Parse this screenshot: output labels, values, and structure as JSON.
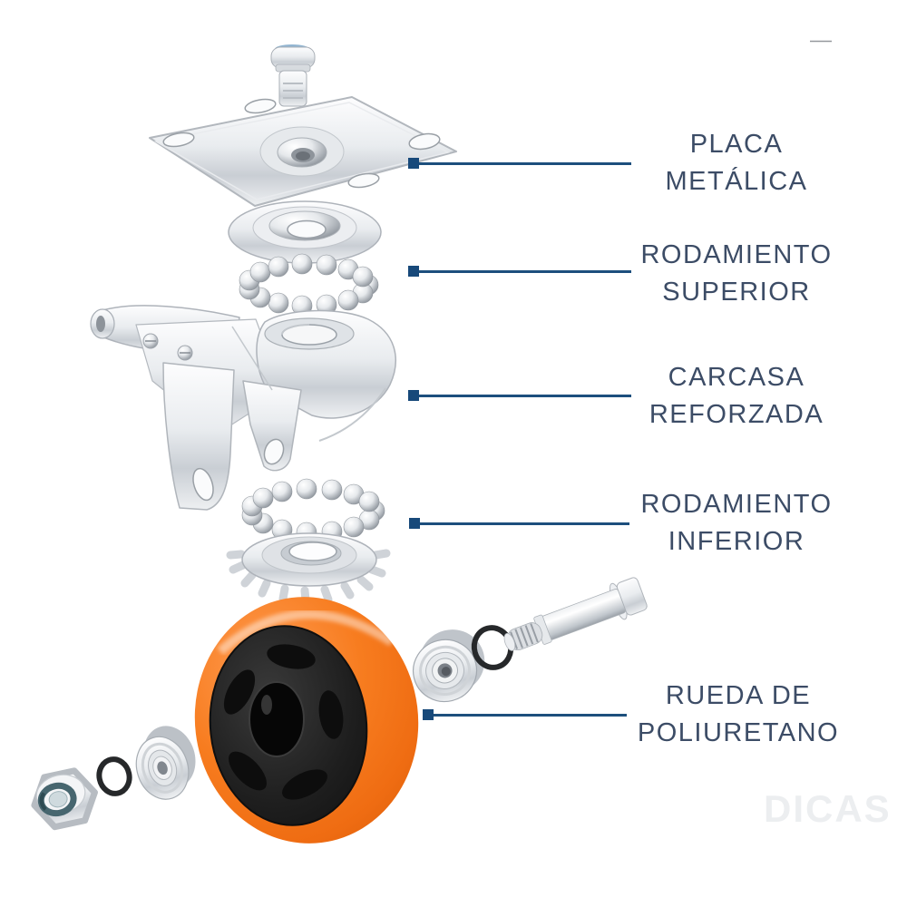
{
  "labels": [
    {
      "id": "placa-metalica",
      "line1": "PLACA",
      "line2": "METÁLICA"
    },
    {
      "id": "rodamiento-superior",
      "line1": "RODAMIENTO",
      "line2": "SUPERIOR"
    },
    {
      "id": "carcasa-reforzada",
      "line1": "CARCASA",
      "line2": "REFORZADA"
    },
    {
      "id": "rodamiento-inferior",
      "line1": "RODAMIENTO",
      "line2": "INFERIOR"
    },
    {
      "id": "rueda-poliuretano",
      "line1": "RUEDA DE",
      "line2": "POLIURETANO"
    }
  ],
  "watermark": "DICAS",
  "colors": {
    "label_text": "#3c4c66",
    "leader_line": "#1d4f7d",
    "leader_marker": "#17497a",
    "wheel_orange": "#f6791f",
    "wheel_orange_highlight": "#ff9c52",
    "hub_black": "#1b1b1b",
    "chrome_light": "#fdfdfe",
    "chrome_dark": "#9ba1a8",
    "frame_line": "#46494d",
    "lock_nut_insert": "#47666f"
  },
  "parts": [
    "kingpin-bolt",
    "metal-top-plate",
    "bearing-cup-washer",
    "upper-ball-bearing-ring",
    "swivel-housing-with-brake-lever",
    "lower-ball-bearing-ring",
    "serrated-washer",
    "polyurethane-wheel",
    "wheel-hub",
    "axle-bearing-right",
    "o-ring-right",
    "axle-bolt",
    "lock-nut",
    "o-ring-left",
    "wheel-bearing-left"
  ]
}
